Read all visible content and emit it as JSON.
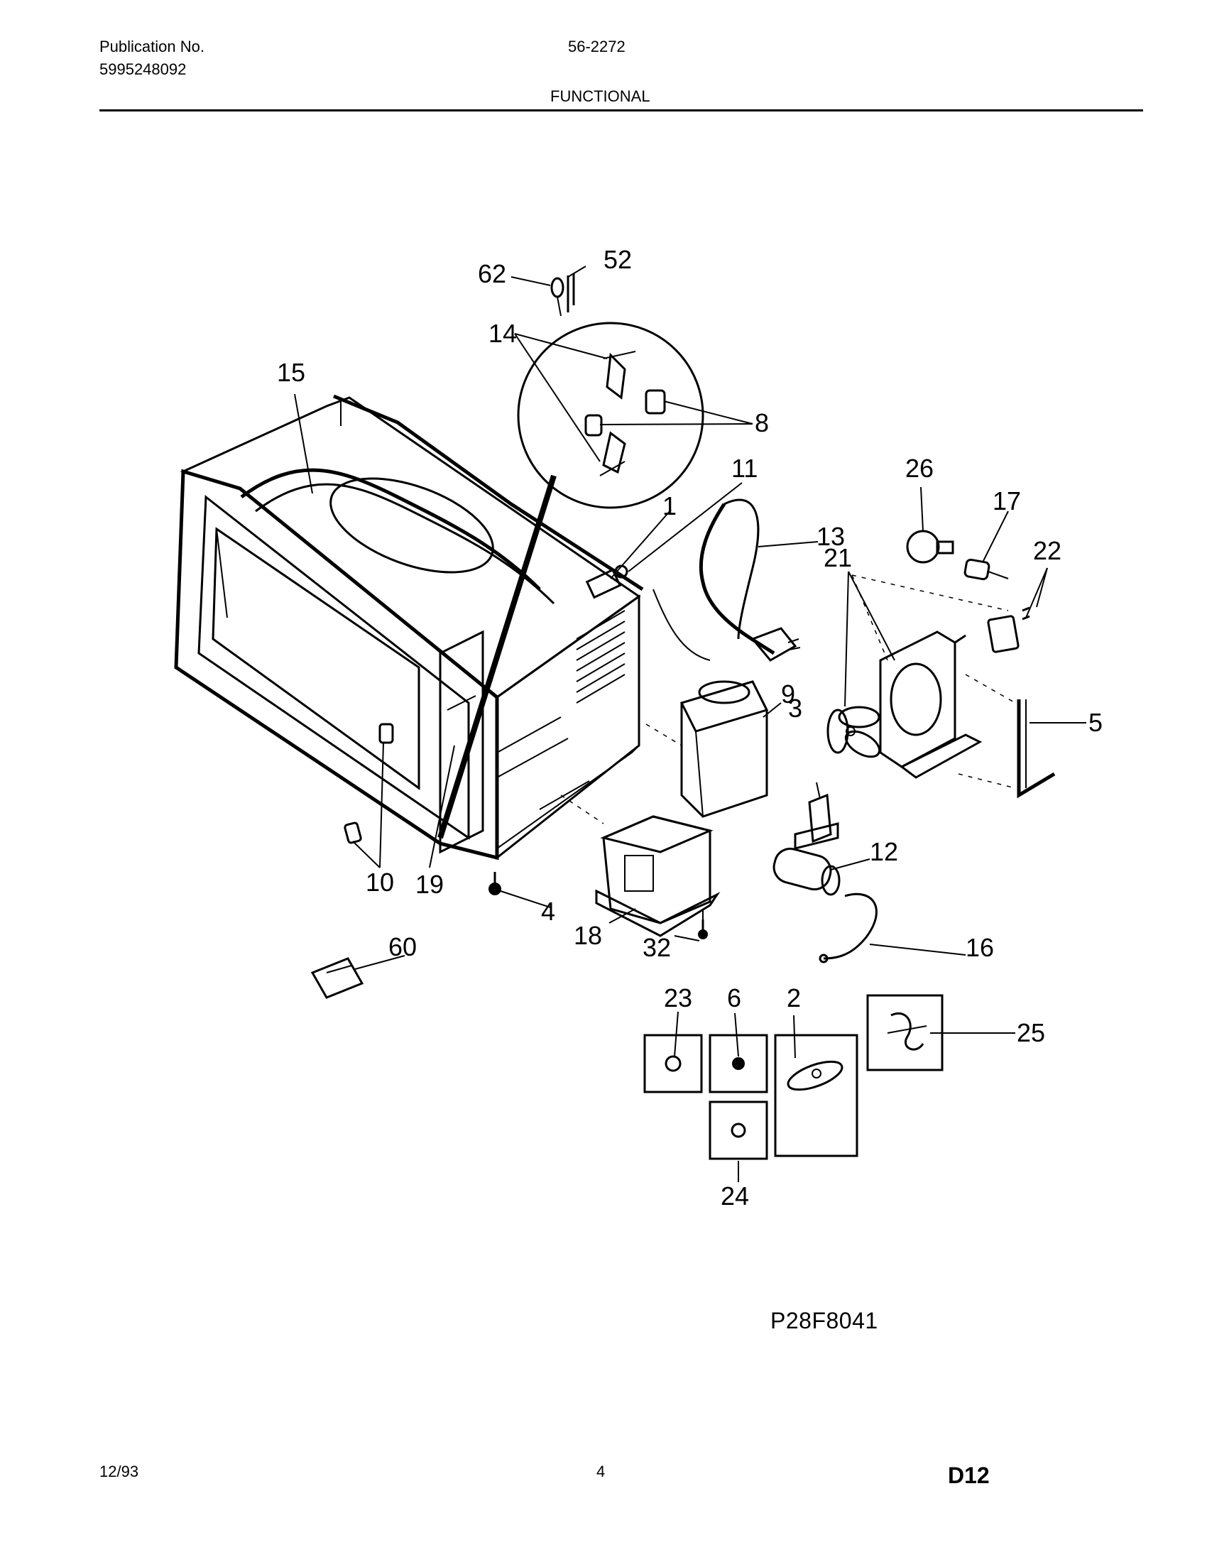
{
  "header": {
    "publication_label": "Publication No.",
    "publication_number": "5995248092",
    "model_code": "56-2272",
    "section_title": "FUNCTIONAL"
  },
  "callouts": [
    "62",
    "52",
    "14",
    "15",
    "8",
    "11",
    "1",
    "26",
    "17",
    "22",
    "13",
    "21",
    "9",
    "5",
    "3",
    "10",
    "19",
    "4",
    "12",
    "18",
    "32",
    "16",
    "60",
    "23",
    "6",
    "2",
    "25",
    "24"
  ],
  "footer": {
    "drawing_code": "P28F8041",
    "date": "12/93",
    "page_number": "4",
    "page_code": "D12"
  }
}
